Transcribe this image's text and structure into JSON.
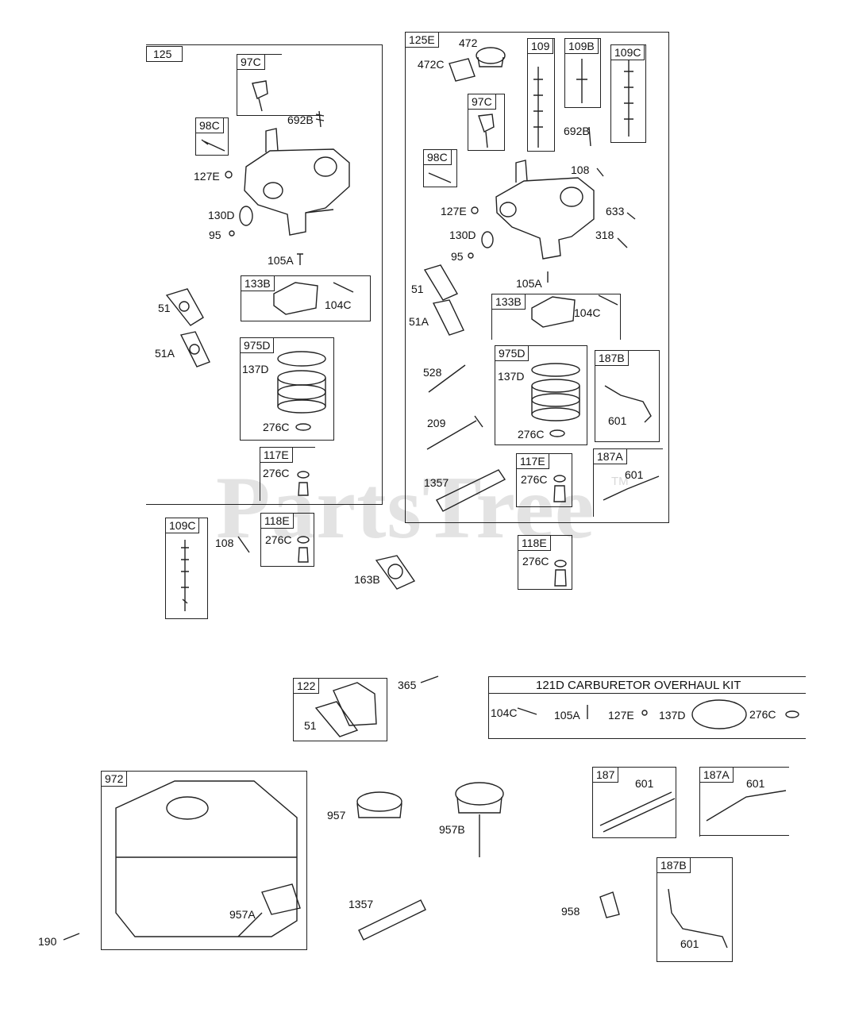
{
  "watermark": {
    "text": "PartsTree",
    "tm": "TM"
  },
  "group_left": {
    "id": "125",
    "boxes": {
      "97C": "97C",
      "98C": "98C",
      "133B": "133B",
      "975D": "975D",
      "117E": "117E",
      "109C": "109C",
      "118E": "118E"
    },
    "labels": {
      "l692B": "692B",
      "l127E": "127E",
      "l130D": "130D",
      "l95": "95",
      "l105A": "105A",
      "l104C": "104C",
      "l51": "51",
      "l51A": "51A",
      "l137D": "137D",
      "l276C_a": "276C",
      "l276C_b": "276C",
      "l108": "108",
      "l276C_c": "276C"
    }
  },
  "group_right": {
    "id": "125E",
    "boxes": {
      "109": "109",
      "109B": "109B",
      "109C": "109C",
      "97C": "97C",
      "98C": "98C",
      "133B": "133B",
      "975D": "975D",
      "187B": "187B",
      "117E": "117E",
      "187A": "187A",
      "118E": "118E"
    },
    "labels": {
      "l472": "472",
      "l472C": "472C",
      "l692B": "692B",
      "l108": "108",
      "l127E": "127E",
      "l633": "633",
      "l130D": "130D",
      "l318": "318",
      "l95": "95",
      "l105A": "105A",
      "l51": "51",
      "l51A": "51A",
      "l104C": "104C",
      "l528": "528",
      "l137D": "137D",
      "l601a": "601",
      "l209": "209",
      "l276C_a": "276C",
      "l276C_b": "276C",
      "l1357": "1357",
      "l601b": "601",
      "l276C_c": "276C"
    }
  },
  "loose": {
    "l163B": "163B",
    "l365": "365",
    "l190": "190",
    "l957": "957",
    "l957B": "957B",
    "l1357": "1357",
    "l958": "958"
  },
  "box122": {
    "id": "122",
    "l51": "51"
  },
  "kit": {
    "title": "121D CARBURETOR OVERHAUL KIT",
    "items": {
      "a": "104C",
      "b": "105A",
      "c": "127E",
      "d": "137D",
      "e": "276C"
    }
  },
  "box972": {
    "id": "972",
    "l957A": "957A"
  },
  "box187": {
    "id": "187",
    "l601": "601"
  },
  "box187A": {
    "id": "187A",
    "l601": "601"
  },
  "box187B": {
    "id": "187B",
    "l601": "601"
  }
}
